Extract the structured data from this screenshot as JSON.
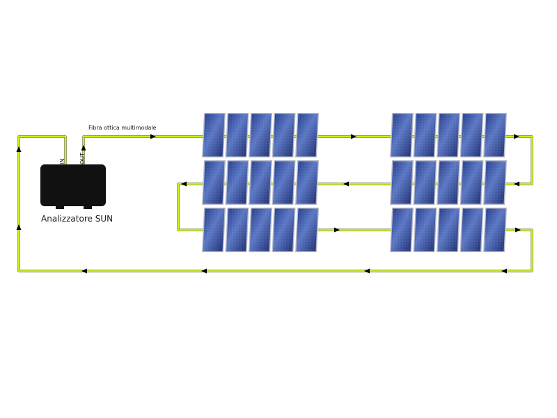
{
  "labels": {
    "fiber": "Fibra ottica multimodale",
    "analyzer": "Analizzatore SUN",
    "port_in": "IN",
    "port_out": "OUT"
  },
  "colors": {
    "fiber": "#c9f218",
    "fiber_edge": "#5a6b0a",
    "analyzer_body": "#111111",
    "panel_dark": "#1f2f7a",
    "panel_light": "#5c78c4",
    "panel_frame": "#b8bcc8",
    "arrow": "#000000"
  },
  "diagram": {
    "panel_groups": [
      {
        "group": "left-top",
        "panels": 5
      },
      {
        "group": "left-middle",
        "panels": 5
      },
      {
        "group": "left-bottom",
        "panels": 5
      },
      {
        "group": "right-top",
        "panels": 5
      },
      {
        "group": "right-middle",
        "panels": 5
      },
      {
        "group": "right-bottom",
        "panels": 5
      }
    ]
  }
}
